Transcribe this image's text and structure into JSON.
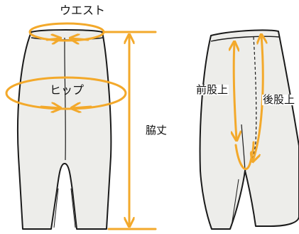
{
  "labels": {
    "waist": "ウエスト",
    "hip": "ヒップ",
    "side_length": "脇丈",
    "front_rise": "前股上",
    "back_rise": "後股上"
  },
  "colors": {
    "measure": "#F3A92B",
    "garment_fill": "#EDEDEA",
    "outline": "#1A1A1A"
  }
}
